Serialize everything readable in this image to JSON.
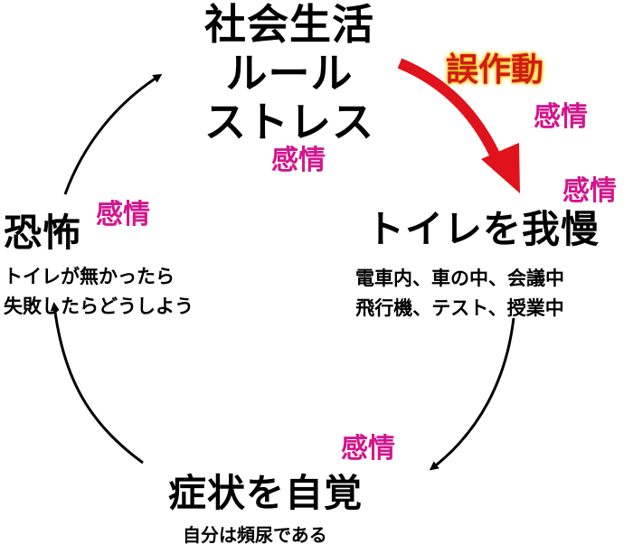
{
  "nodes": {
    "top": {
      "title_lines": [
        "社会生活",
        "ルール",
        "ストレス"
      ],
      "emotion": "感情"
    },
    "right": {
      "title": "トイレを我慢",
      "detail_lines": [
        "電車内、車の中、会議中",
        "飛行機、テスト、授業中"
      ],
      "emotion": "感情"
    },
    "bottom": {
      "title": "症状を自覚",
      "detail": "自分は頻尿である",
      "emotion": "感情"
    },
    "left": {
      "title": "恐怖",
      "detail_lines": [
        "トイレが無かったら",
        "失敗したらどうしよう"
      ],
      "emotion": "感情"
    }
  },
  "red_arrow": {
    "label": "誤作動",
    "emotion": "感情"
  },
  "colors": {
    "emotion": "#d4148c",
    "red_arrow": "#e0121b",
    "label_glow": "#f7c400",
    "text": "#000000"
  },
  "icons": {
    "cycle_arrow": "curved-arrow",
    "red_arrow": "curved-arrow-red"
  }
}
